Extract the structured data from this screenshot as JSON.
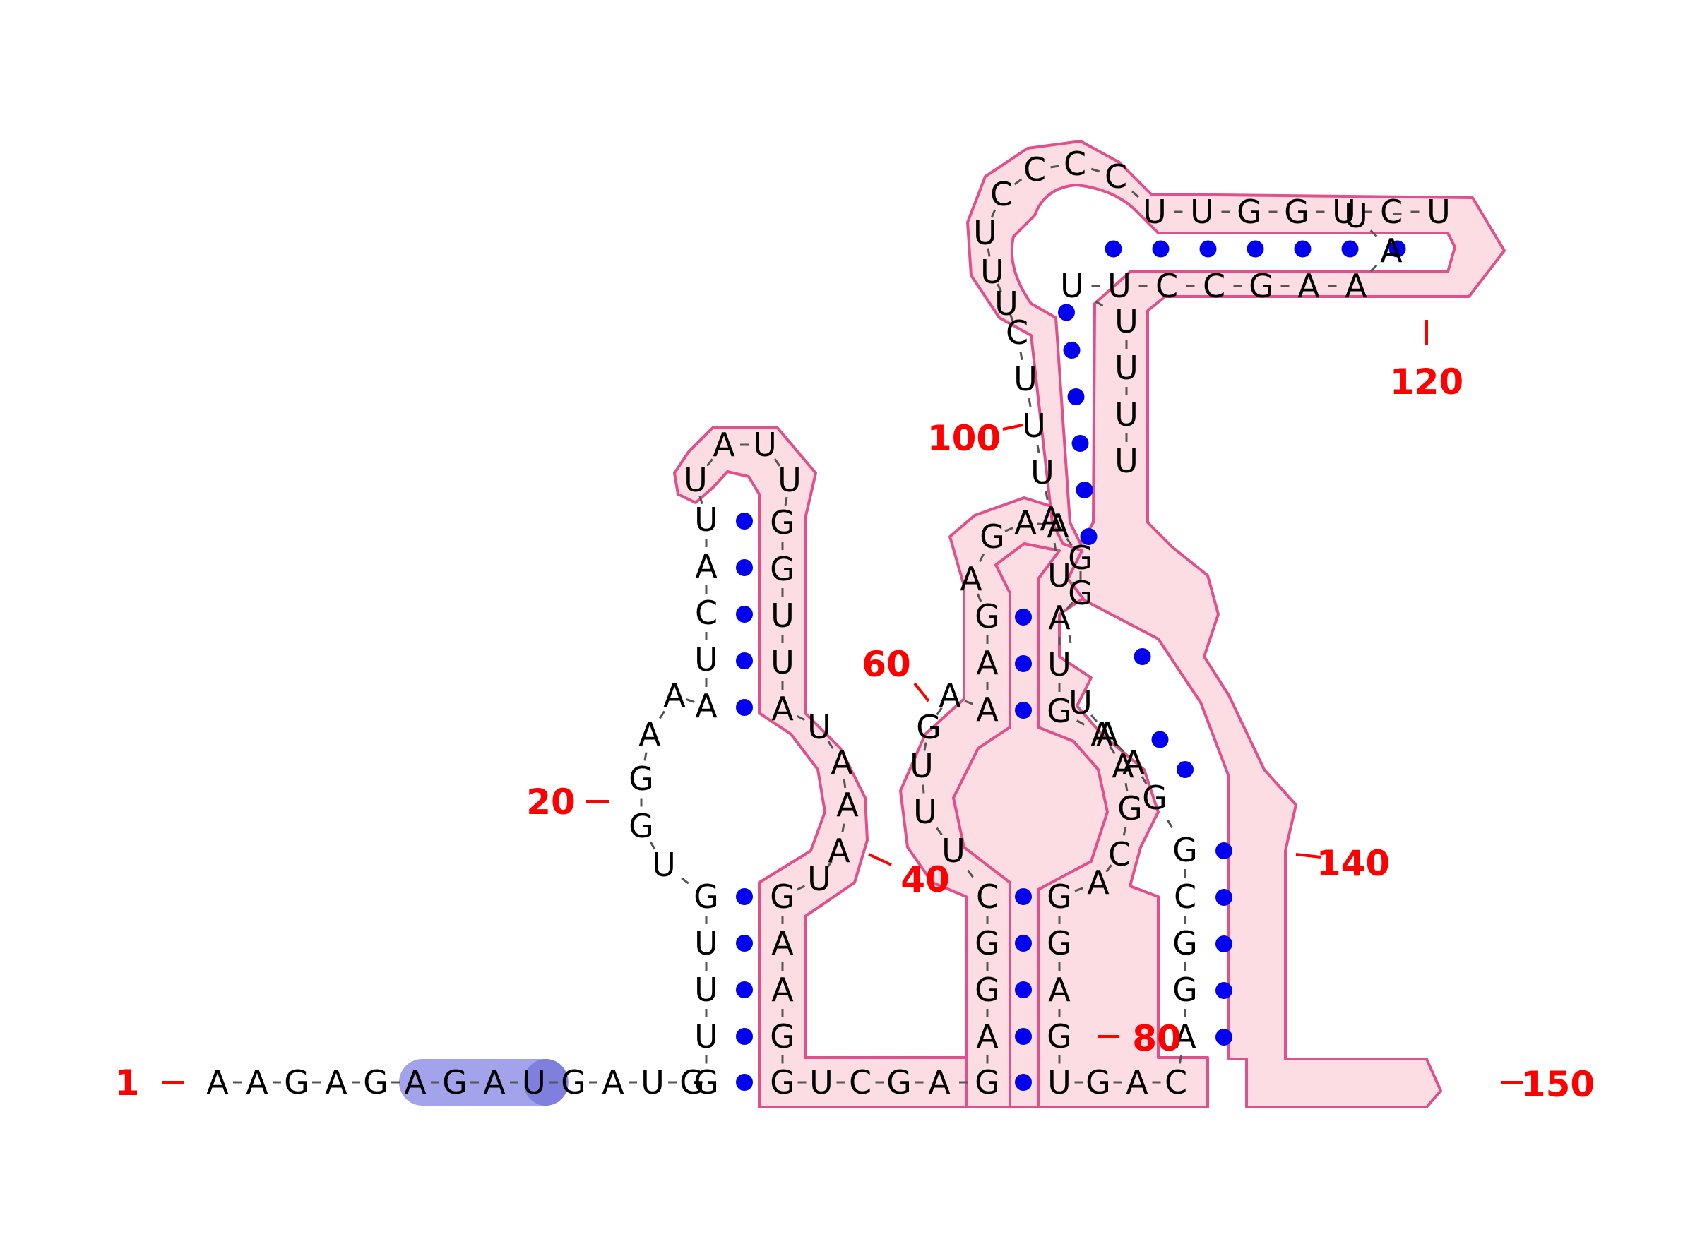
{
  "sequence": "AAGAGAGAUGAUGGUUUGUGGAAAUCAUUAUUGGUUAUAAAUGAAGGUCGAGAGGCUUUGAAAGAGAAGGAUGAAGCAGGAGUGACAGGCGGAAUUAUUUCUUUCCCCUUGGUCUUAAAGCCUUUUUU",
  "colors": {
    "base_pair": "#0000ee",
    "highlight_fill": "#fcdde3",
    "highlight_stroke": "#e0508a",
    "motif_fill": "#8c8ce6",
    "number_labels": "#ff0000"
  },
  "position_labels": [
    "1",
    "20",
    "40",
    "60",
    "80",
    "100",
    "120",
    "140",
    "150"
  ],
  "diagram_note": "RNA secondary structure with stems, loops and highlighted domains"
}
